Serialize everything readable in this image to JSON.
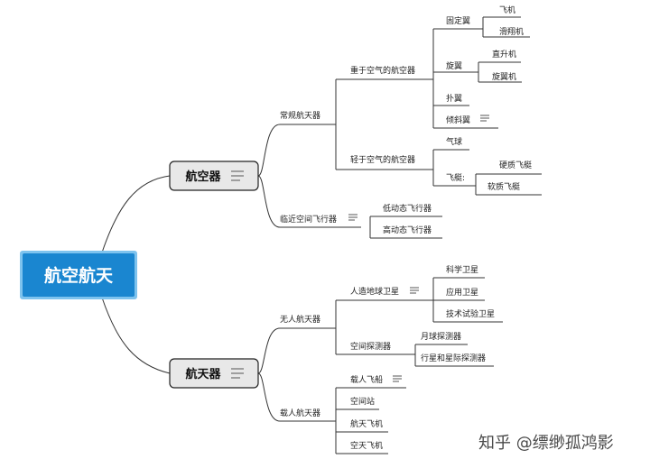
{
  "root": {
    "label": "航空航天"
  },
  "branches": [
    {
      "label": "航空器",
      "children": [
        {
          "label": "常规航天器",
          "children": [
            {
              "label": "重于空气的航空器",
              "children": [
                {
                  "label": "固定翼",
                  "children": [
                    {
                      "label": "飞机"
                    },
                    {
                      "label": "滑翔机"
                    }
                  ]
                },
                {
                  "label": "旋翼",
                  "children": [
                    {
                      "label": "直升机"
                    },
                    {
                      "label": "旋翼机"
                    }
                  ]
                },
                {
                  "label": "扑翼"
                },
                {
                  "label": "倾斜翼"
                }
              ]
            },
            {
              "label": "轻于空气的航空器",
              "children": [
                {
                  "label": "气球"
                },
                {
                  "label": "飞艇:",
                  "children": [
                    {
                      "label": "硬质飞艇"
                    },
                    {
                      "label": "软质飞艇"
                    }
                  ]
                }
              ]
            }
          ]
        },
        {
          "label": "临近空间飞行器",
          "children": [
            {
              "label": "低动态飞行器"
            },
            {
              "label": "高动态飞行器"
            }
          ]
        }
      ]
    },
    {
      "label": "航天器",
      "children": [
        {
          "label": "无人航天器",
          "children": [
            {
              "label": "人造地球卫星",
              "children": [
                {
                  "label": "科学卫星"
                },
                {
                  "label": "应用卫星"
                },
                {
                  "label": "技术试验卫星"
                }
              ]
            },
            {
              "label": "空间探测器",
              "children": [
                {
                  "label": "月球探测器"
                },
                {
                  "label": "行星和星际探测器"
                }
              ]
            }
          ]
        },
        {
          "label": "载人航天器",
          "children": [
            {
              "label": "载人飞船"
            },
            {
              "label": "空间站"
            },
            {
              "label": "航天飞机"
            },
            {
              "label": "空天飞机"
            }
          ]
        }
      ]
    }
  ],
  "watermark": "知乎 @缥缈孤鸿影",
  "colors": {
    "root_fill": "#1a86d0",
    "root_border": "#7ec3ee",
    "node_fill": "#e8e8e8",
    "line": "#333333"
  },
  "icons": {
    "note": "notes-icon"
  }
}
